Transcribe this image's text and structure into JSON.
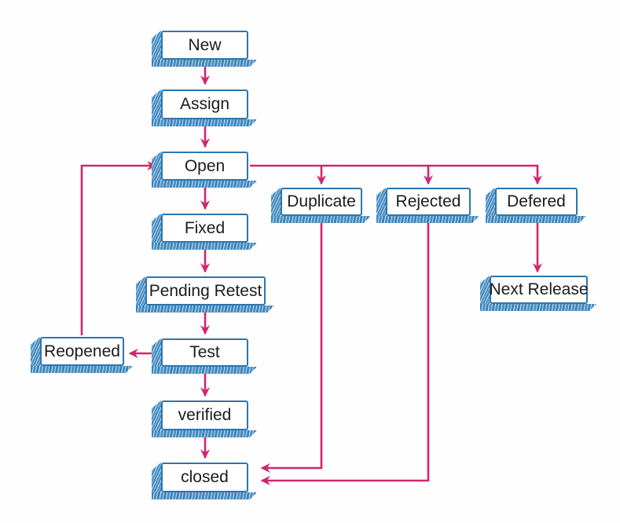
{
  "diagram": {
    "colors": {
      "arrow": "#d2256f",
      "box_border": "#2e76ad",
      "box_side_fill": "#4a8fc2",
      "box_fill": "#ffffff",
      "text": "#1b1b1b",
      "background": "#fefefe"
    },
    "nodes": [
      {
        "id": "new",
        "label": "New"
      },
      {
        "id": "assign",
        "label": "Assign"
      },
      {
        "id": "open",
        "label": "Open"
      },
      {
        "id": "fixed",
        "label": "Fixed"
      },
      {
        "id": "pending_retest",
        "label": "Pending Retest"
      },
      {
        "id": "test",
        "label": "Test"
      },
      {
        "id": "verified",
        "label": "verified"
      },
      {
        "id": "closed",
        "label": "closed"
      },
      {
        "id": "reopened",
        "label": "Reopened"
      },
      {
        "id": "duplicate",
        "label": "Duplicate"
      },
      {
        "id": "rejected",
        "label": "Rejected"
      },
      {
        "id": "defered",
        "label": "Defered"
      },
      {
        "id": "next_release",
        "label": "Next Release"
      }
    ],
    "edges": [
      {
        "from": "new",
        "to": "assign"
      },
      {
        "from": "assign",
        "to": "open"
      },
      {
        "from": "open",
        "to": "fixed"
      },
      {
        "from": "fixed",
        "to": "pending_retest"
      },
      {
        "from": "pending_retest",
        "to": "test"
      },
      {
        "from": "test",
        "to": "verified"
      },
      {
        "from": "verified",
        "to": "closed"
      },
      {
        "from": "test",
        "to": "reopened"
      },
      {
        "from": "reopened",
        "to": "open"
      },
      {
        "from": "open",
        "to": "duplicate"
      },
      {
        "from": "open",
        "to": "rejected"
      },
      {
        "from": "open",
        "to": "defered"
      },
      {
        "from": "duplicate",
        "to": "closed"
      },
      {
        "from": "rejected",
        "to": "closed"
      },
      {
        "from": "defered",
        "to": "next_release"
      }
    ]
  }
}
